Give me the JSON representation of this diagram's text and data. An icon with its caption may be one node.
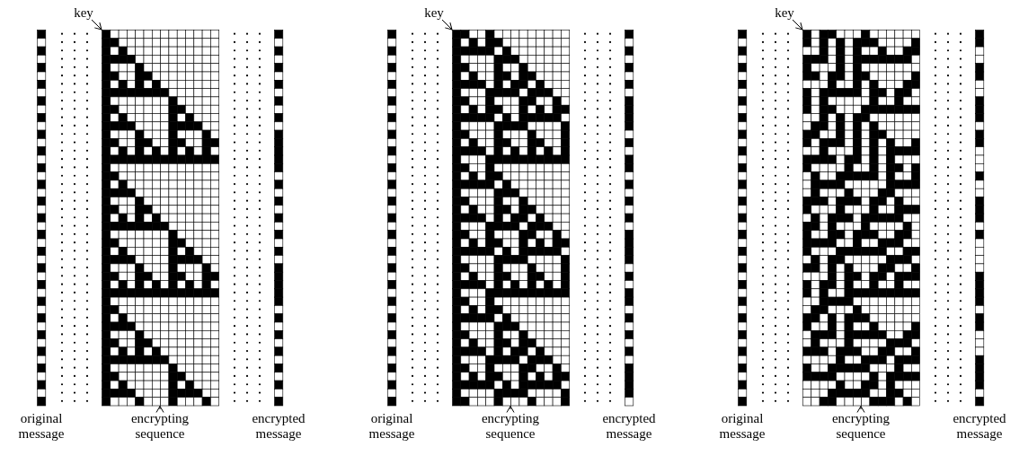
{
  "diagram": {
    "nodes": [
      {
        "text": [
          "key"
        ]
      },
      {
        "text": [],
        "shape": "picture"
      },
      {
        "text": [
          "encrypting sequence"
        ]
      },
      {
        "text": [
          "key"
        ]
      },
      {
        "text": [],
        "shape": "picture"
      },
      {
        "text": [
          "encrypting sequence"
        ]
      },
      {
        "text": [
          "key"
        ]
      },
      {
        "text": [],
        "shape": "picture"
      },
      {
        "text": [
          "encrypting sequence"
        ]
      }
    ],
    "edges": [
      {
        "from": 0,
        "to": 1,
        "arrow": "to"
      },
      {
        "from": 2,
        "to": 1,
        "arrow": "to"
      },
      {
        "from": 3,
        "to": 4,
        "arrow": "to"
      },
      {
        "from": 5,
        "to": 4,
        "arrow": "to"
      },
      {
        "from": 6,
        "to": 7,
        "arrow": "to"
      },
      {
        "from": 8,
        "to": 7,
        "arrow": "to"
      }
    ],
    "labels": [
      "original message",
      "encrypted message",
      "original message",
      "encrypted message",
      "original message",
      "encrypted message"
    ]
  }
}
